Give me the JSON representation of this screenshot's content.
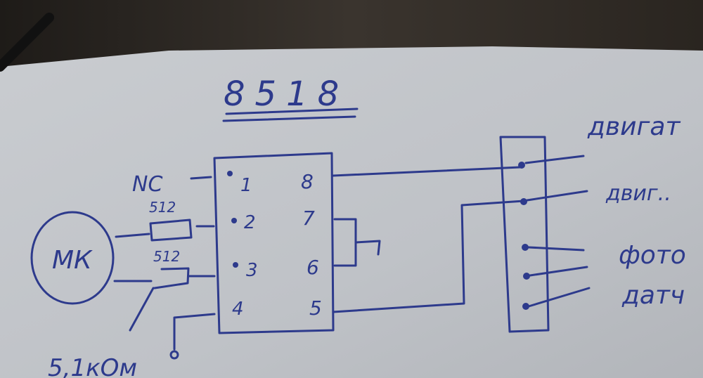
{
  "title": "8518",
  "chip": {
    "pins_left": [
      "1",
      "2",
      "3",
      "4"
    ],
    "pins_right": [
      "8",
      "7",
      "6",
      "5"
    ]
  },
  "labels": {
    "nc": "NC",
    "resistor_top": "512",
    "resistor_bottom": "512",
    "mcu": "МК",
    "pulldown": "5,1кОм"
  },
  "connector": {
    "labels": [
      "двигат",
      "двиг..",
      "фото",
      "датч"
    ]
  },
  "colors": {
    "ink": "#2d3a8c",
    "paper": "#c3c6cb",
    "desk": "#2a2622"
  }
}
